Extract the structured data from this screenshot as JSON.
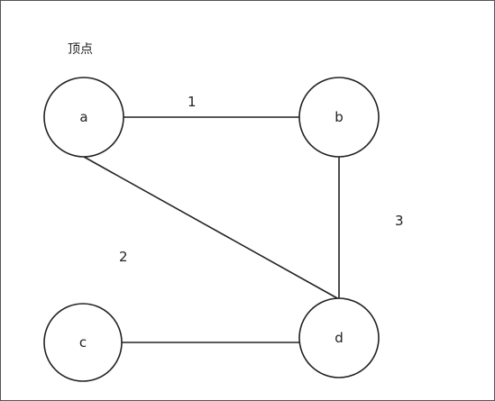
{
  "caption": "顶点",
  "colors": {
    "stroke": "#222222",
    "background": "#ffffff"
  },
  "nodes": [
    {
      "id": "a",
      "label": "a"
    },
    {
      "id": "b",
      "label": "b"
    },
    {
      "id": "c",
      "label": "c"
    },
    {
      "id": "d",
      "label": "d"
    }
  ],
  "edges": [
    {
      "from": "a",
      "to": "b",
      "label": "1"
    },
    {
      "from": "a",
      "to": "d",
      "label": "2"
    },
    {
      "from": "b",
      "to": "d",
      "label": "3"
    },
    {
      "from": "c",
      "to": "d",
      "label": ""
    }
  ]
}
